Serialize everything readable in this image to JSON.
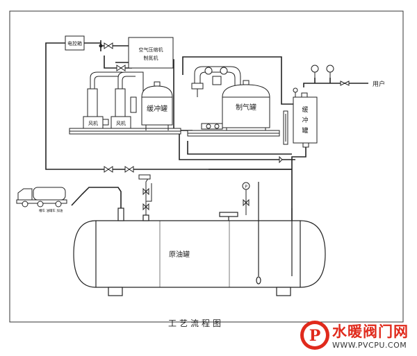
{
  "labels": {
    "control_box": "电控箱",
    "compressor_line1": "空气压缩机",
    "compressor_line2": "制氮机",
    "buffer_tank_left": "缓冲罐",
    "fan_left": "风机",
    "fan_right": "风机",
    "gas_tank": "制气罐",
    "buffer_tank_right": [
      "缓",
      "冲",
      "罐"
    ],
    "user": "用户",
    "truck_note": "槽车 油罐车 加油",
    "crude_tank": "原油罐",
    "title": "工艺流程图",
    "gauge_p": "P"
  },
  "watermark": {
    "name": "水暖阀门网",
    "url": "WWW.PVCPU.COM",
    "brand_color": "#e02a1c"
  }
}
